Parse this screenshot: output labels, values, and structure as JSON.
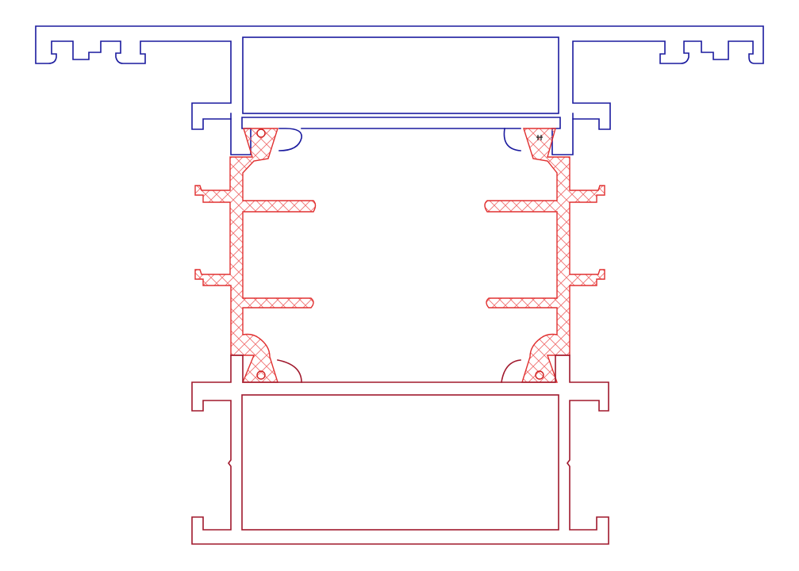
{
  "drawing": {
    "parts": [
      {
        "name": "upper-profile",
        "type": "aluminum-profile",
        "color": "#1a1a9e"
      },
      {
        "name": "thermal-break-insert",
        "type": "hatched-insulator",
        "color": "#e03030"
      },
      {
        "name": "lower-profile",
        "type": "aluminum-profile",
        "color": "#a0182c"
      }
    ],
    "background": "#ffffff",
    "hatch_color": "#f07070"
  }
}
